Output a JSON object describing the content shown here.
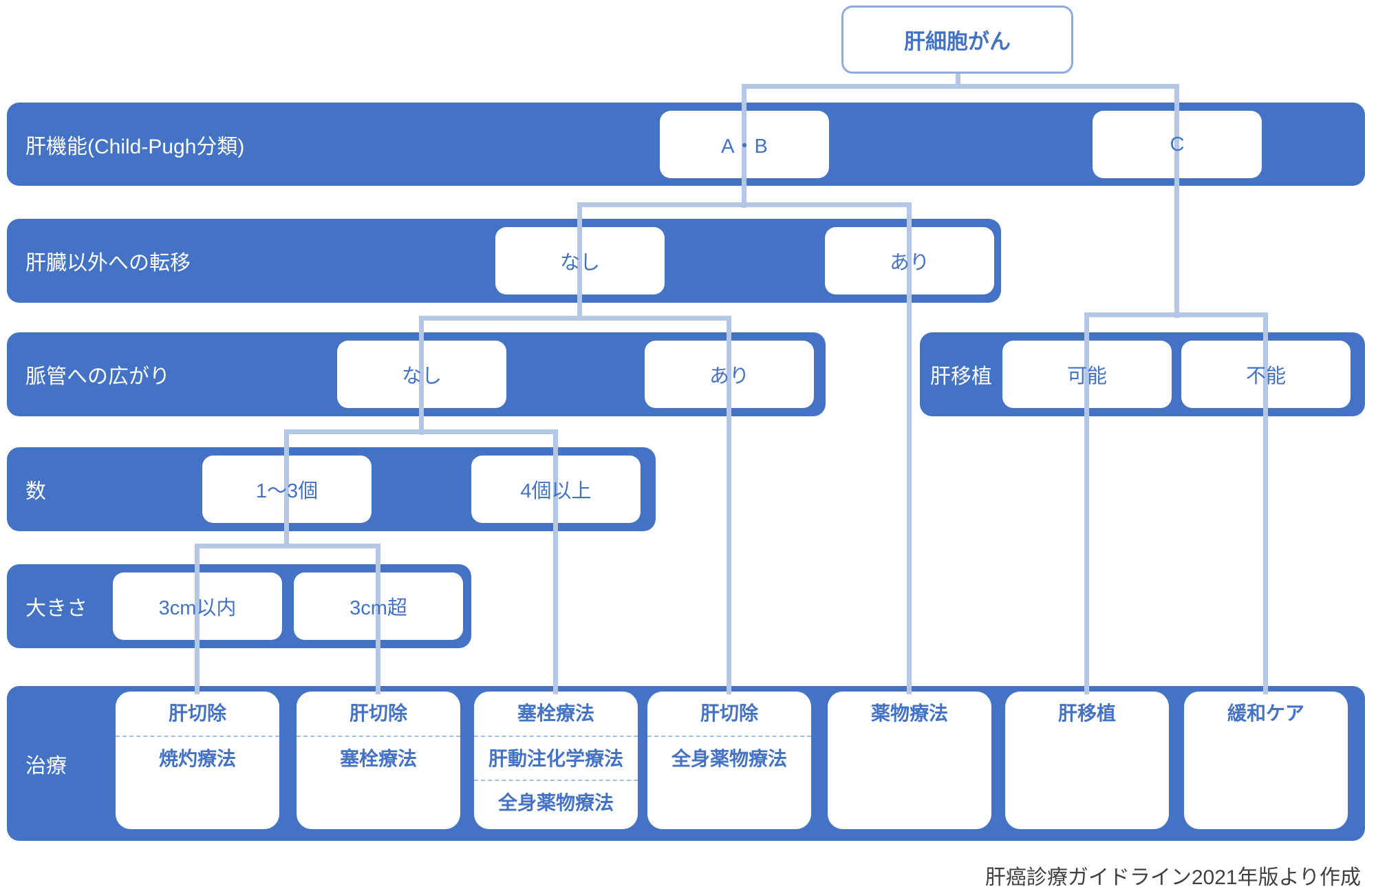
{
  "root": {
    "label": "肝細胞がん"
  },
  "rows": {
    "liver_function": {
      "label": "肝機能(Child-Pugh分類)",
      "options": {
        "ab": "A・B",
        "c": "C"
      }
    },
    "metastasis": {
      "label": "肝臓以外への転移",
      "options": {
        "no": "なし",
        "yes": "あり"
      }
    },
    "vascular_spread": {
      "label": "脈管への広がり",
      "options": {
        "no": "なし",
        "yes": "あり"
      }
    },
    "liver_transplant": {
      "label": "肝移植",
      "options": {
        "possible": "可能",
        "not_possible": "不能"
      }
    },
    "tumor_count": {
      "label": "数",
      "options": {
        "one_to_three": "1〜3個",
        "four_or_more": "4個以上"
      }
    },
    "tumor_size": {
      "label": "大きさ",
      "options": {
        "within_3cm": "3cm以内",
        "over_3cm": "3cm超"
      }
    },
    "treatment": {
      "label": "治療"
    }
  },
  "treatments": [
    {
      "lines": [
        "肝切除",
        "焼灼療法"
      ]
    },
    {
      "lines": [
        "肝切除",
        "塞栓療法"
      ]
    },
    {
      "lines": [
        "塞栓療法",
        "肝動注化学療法",
        "全身薬物療法"
      ]
    },
    {
      "lines": [
        "肝切除",
        "全身薬物療法"
      ]
    },
    {
      "lines": [
        "薬物療法"
      ]
    },
    {
      "lines": [
        "肝移植"
      ]
    },
    {
      "lines": [
        "緩和ケア"
      ]
    }
  ],
  "caption": "肝癌診療ガイドライン2021年版より作成",
  "colors": {
    "band_blue": "#4472C4",
    "connector_blue": "#B4C7E7",
    "node_text_blue": "#4472C4",
    "root_border": "#8FAADC",
    "divider_dash": "#9DC3E6",
    "caption_gray": "#404040"
  }
}
